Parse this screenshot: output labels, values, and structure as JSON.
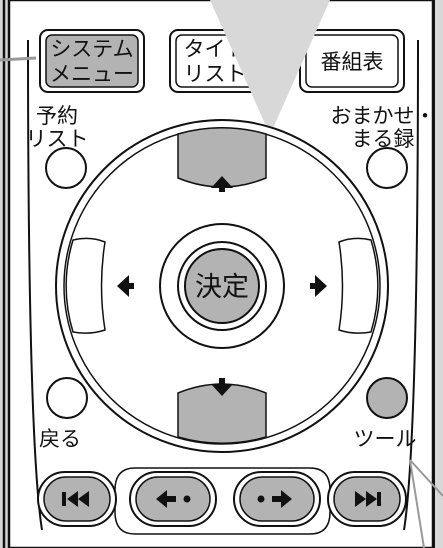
{
  "buttons": {
    "system_menu": {
      "line1": "システム",
      "line2": "メニュー"
    },
    "title_list": {
      "line1": "タイト",
      "line2": "リスト"
    },
    "program_guide": {
      "label": "番組表"
    },
    "reservation_list": {
      "line1": "予約",
      "line2": "リスト"
    },
    "omakase": {
      "line1": "おまかせ・",
      "line2": "まる録"
    },
    "back": {
      "label": "戻る"
    },
    "tools": {
      "label": "ツール"
    },
    "enter": {
      "label": "決定"
    }
  },
  "dpad": {
    "up": "up-arrow-icon",
    "down": "down-arrow-icon",
    "left": "left-arrow-icon",
    "right": "right-arrow-icon"
  },
  "playback": {
    "skip_back": "skip-back-icon",
    "rewind": "rewind-icon",
    "fast_forward": "fast-forward-icon",
    "skip_forward": "skip-forward-icon"
  },
  "colors": {
    "background": "#d8d8d8",
    "remote_body": "#ffffff",
    "highlight_button": "#b3b3b3",
    "outline": "#111111"
  }
}
